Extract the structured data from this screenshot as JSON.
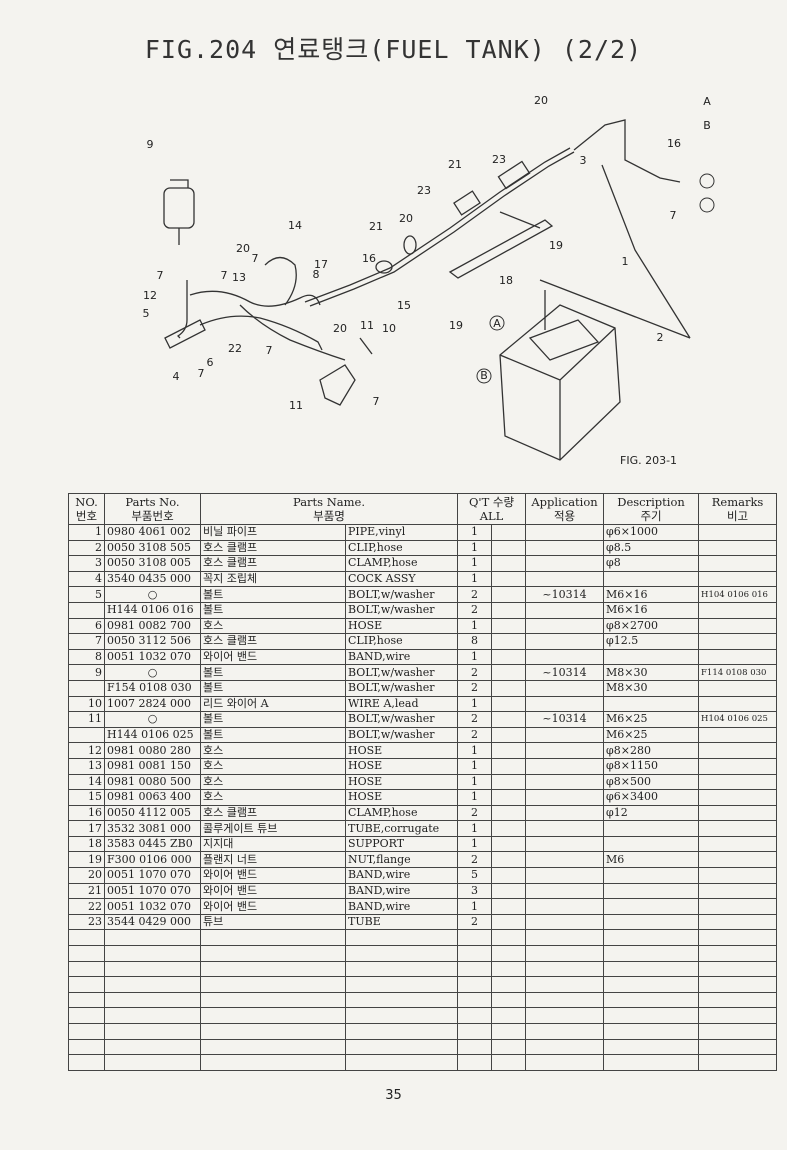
{
  "title": "FIG.204 연료탱크(FUEL TANK) (2/2)",
  "diagram": {
    "callouts": [
      "20",
      "16",
      "A",
      "B",
      "7",
      "3",
      "21",
      "23",
      "9",
      "1",
      "19",
      "23",
      "20",
      "14",
      "21",
      "18",
      "7",
      "20",
      "13",
      "17",
      "16",
      "7",
      "8",
      "7",
      "12",
      "15",
      "19",
      "2",
      "5",
      "11",
      "10",
      "20",
      "22",
      "A",
      "7",
      "6",
      "4",
      "7",
      "B",
      "11",
      "7"
    ],
    "ref_label": "FIG. 203-1"
  },
  "table": {
    "headers": {
      "no": [
        "NO.",
        "번호"
      ],
      "parts_no": [
        "Parts No.",
        "부품번호"
      ],
      "parts_name": [
        "Parts Name.",
        "부품명"
      ],
      "qty": [
        "Q'T 수량",
        "ALL"
      ],
      "application": [
        "Application",
        "적용"
      ],
      "description": [
        "Description",
        "주기"
      ],
      "remarks": [
        "Remarks",
        "비고"
      ]
    },
    "rows": [
      {
        "no": "1",
        "pn": "0980 4061 002",
        "kr": "비닐 파이프",
        "en": "PIPE,vinyl",
        "q": "1",
        "app": "",
        "desc": "φ6×1000",
        "rem": ""
      },
      {
        "no": "2",
        "pn": "0050 3108 505",
        "kr": "호스 클램프",
        "en": "CLIP,hose",
        "q": "1",
        "app": "",
        "desc": "φ8.5",
        "rem": ""
      },
      {
        "no": "3",
        "pn": "0050 3108 005",
        "kr": "호스 클램프",
        "en": "CLAMP,hose",
        "q": "1",
        "app": "",
        "desc": "φ8",
        "rem": ""
      },
      {
        "no": "4",
        "pn": "3540 0435 000",
        "kr": "꼭지 조립체",
        "en": "COCK ASSY",
        "q": "1",
        "app": "",
        "desc": "",
        "rem": ""
      },
      {
        "no": "5",
        "pn": "○",
        "kr": "볼트",
        "en": "BOLT,w/washer",
        "q": "2",
        "app": "~10314",
        "desc": "M6×16",
        "rem": "H104 0106 016"
      },
      {
        "no": "",
        "pn": "H144 0106 016",
        "kr": "볼트",
        "en": "BOLT,w/washer",
        "q": "2",
        "app": "",
        "desc": "M6×16",
        "rem": ""
      },
      {
        "no": "6",
        "pn": "0981 0082 700",
        "kr": "호스",
        "en": "HOSE",
        "q": "1",
        "app": "",
        "desc": "φ8×2700",
        "rem": ""
      },
      {
        "no": "7",
        "pn": "0050 3112 506",
        "kr": "호스 클램프",
        "en": "CLIP,hose",
        "q": "8",
        "app": "",
        "desc": "φ12.5",
        "rem": ""
      },
      {
        "no": "8",
        "pn": "0051 1032 070",
        "kr": "와이어 밴드",
        "en": "BAND,wire",
        "q": "1",
        "app": "",
        "desc": "",
        "rem": ""
      },
      {
        "no": "9",
        "pn": "○",
        "kr": "볼트",
        "en": "BOLT,w/washer",
        "q": "2",
        "app": "~10314",
        "desc": "M8×30",
        "rem": "F114 0108 030"
      },
      {
        "no": "",
        "pn": "F154 0108 030",
        "kr": "볼트",
        "en": "BOLT,w/washer",
        "q": "2",
        "app": "",
        "desc": "M8×30",
        "rem": ""
      },
      {
        "no": "10",
        "pn": "1007 2824 000",
        "kr": "리드 와이어 A",
        "en": "WIRE A,lead",
        "q": "1",
        "app": "",
        "desc": "",
        "rem": ""
      },
      {
        "no": "11",
        "pn": "○",
        "kr": "볼트",
        "en": "BOLT,w/washer",
        "q": "2",
        "app": "~10314",
        "desc": "M6×25",
        "rem": "H104 0106 025"
      },
      {
        "no": "",
        "pn": "H144 0106 025",
        "kr": "볼트",
        "en": "BOLT,w/washer",
        "q": "2",
        "app": "",
        "desc": "M6×25",
        "rem": ""
      },
      {
        "no": "12",
        "pn": "0981 0080 280",
        "kr": "호스",
        "en": "HOSE",
        "q": "1",
        "app": "",
        "desc": "φ8×280",
        "rem": ""
      },
      {
        "no": "13",
        "pn": "0981 0081 150",
        "kr": "호스",
        "en": "HOSE",
        "q": "1",
        "app": "",
        "desc": "φ8×1150",
        "rem": ""
      },
      {
        "no": "14",
        "pn": "0981 0080 500",
        "kr": "호스",
        "en": "HOSE",
        "q": "1",
        "app": "",
        "desc": "φ8×500",
        "rem": ""
      },
      {
        "no": "15",
        "pn": "0981 0063 400",
        "kr": "호스",
        "en": "HOSE",
        "q": "1",
        "app": "",
        "desc": "φ6×3400",
        "rem": ""
      },
      {
        "no": "16",
        "pn": "0050 4112 005",
        "kr": "호스 클램프",
        "en": "CLAMP,hose",
        "q": "2",
        "app": "",
        "desc": "φ12",
        "rem": ""
      },
      {
        "no": "17",
        "pn": "3532 3081 000",
        "kr": "콜루게이트 튜브",
        "en": "TUBE,corrugate",
        "q": "1",
        "app": "",
        "desc": "",
        "rem": ""
      },
      {
        "no": "18",
        "pn": "3583 0445 ZB0",
        "kr": "지지대",
        "en": "SUPPORT",
        "q": "1",
        "app": "",
        "desc": "",
        "rem": ""
      },
      {
        "no": "19",
        "pn": "F300 0106 000",
        "kr": "플랜지 너트",
        "en": "NUT,flange",
        "q": "2",
        "app": "",
        "desc": "M6",
        "rem": ""
      },
      {
        "no": "20",
        "pn": "0051 1070 070",
        "kr": "와이어 밴드",
        "en": "BAND,wire",
        "q": "5",
        "app": "",
        "desc": "",
        "rem": ""
      },
      {
        "no": "21",
        "pn": "0051 1070 070",
        "kr": "와이어 밴드",
        "en": "BAND,wire",
        "q": "3",
        "app": "",
        "desc": "",
        "rem": ""
      },
      {
        "no": "22",
        "pn": "0051 1032 070",
        "kr": "와이어 밴드",
        "en": "BAND,wire",
        "q": "1",
        "app": "",
        "desc": "",
        "rem": ""
      },
      {
        "no": "23",
        "pn": "3544 0429 000",
        "kr": "튜브",
        "en": "TUBE",
        "q": "2",
        "app": "",
        "desc": "",
        "rem": ""
      }
    ],
    "empty_rows": 9
  },
  "page_number": "35"
}
